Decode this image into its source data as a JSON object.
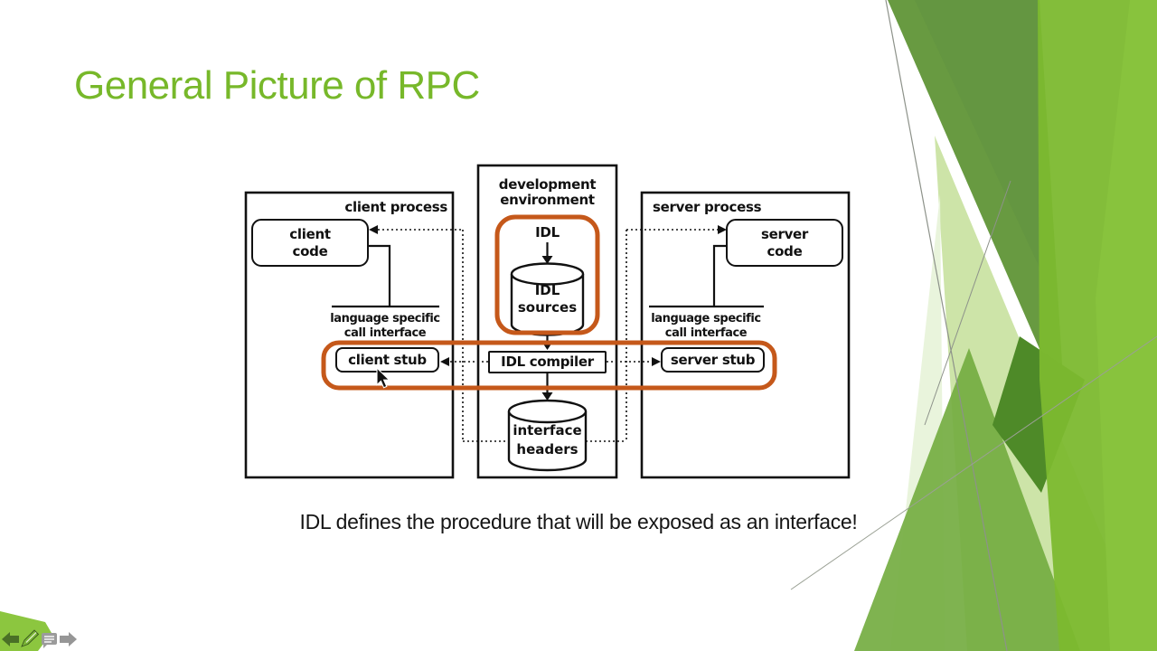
{
  "slide": {
    "title": "General Picture of RPC",
    "caption": "IDL defines the procedure that will be exposed as an interface!"
  },
  "diagram": {
    "client": {
      "process_label": "client process",
      "code_lines": [
        "client",
        "code"
      ],
      "interface_lines": [
        "language specific",
        "call interface"
      ],
      "stub_label": "client stub"
    },
    "dev": {
      "label_lines": [
        "development",
        "environment"
      ],
      "idl_label": "IDL",
      "sources_lines": [
        "IDL",
        "sources"
      ],
      "compiler_label": "IDL compiler",
      "headers_lines": [
        "interface",
        "headers"
      ]
    },
    "server": {
      "process_label": "server process",
      "code_lines": [
        "server",
        "code"
      ],
      "interface_lines": [
        "language specific",
        "call interface"
      ],
      "stub_label": "server stub"
    }
  },
  "colors": {
    "title_green": "#77b82a",
    "highlight_orange": "#c5581a",
    "deco_bright_green": "#7cb92f",
    "deco_olive_green": "#689a41",
    "deco_dark_green": "#4e8a28",
    "deco_light_green": "#cde4a8",
    "nav_gray": "#9b9b9b"
  },
  "nav_icons": {
    "prev": "previous-slide-arrow",
    "pen": "pen-annotation-tool",
    "menu": "annotation-options",
    "next": "next-slide-arrow"
  }
}
